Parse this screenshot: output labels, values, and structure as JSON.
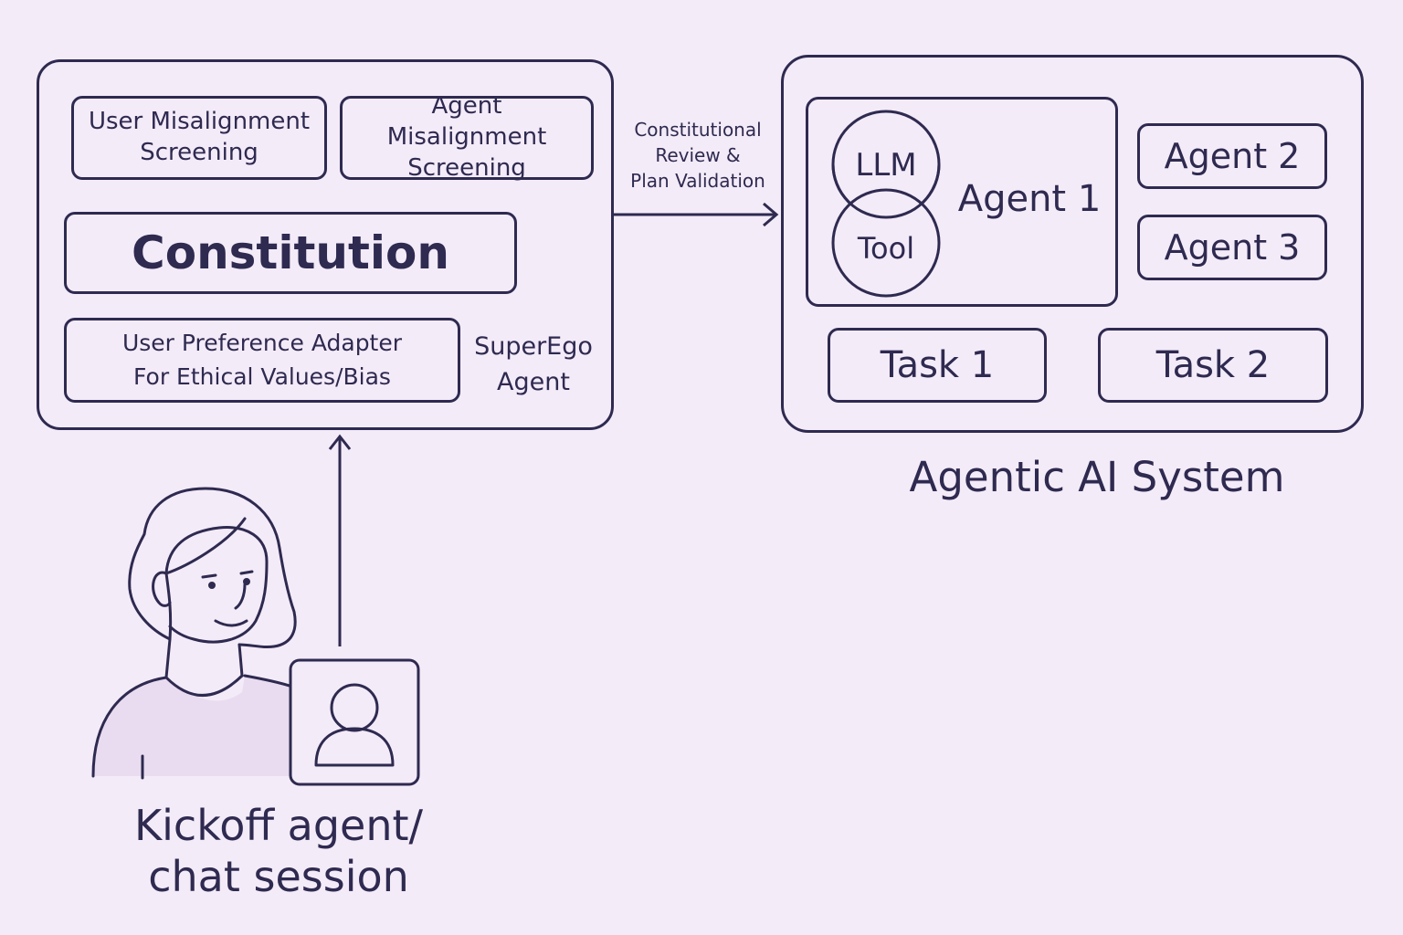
{
  "superego": {
    "user_screening": "User Misalignment Screening",
    "agent_screening": "Agent Misalignment Screening",
    "constitution": "Constitution",
    "preference_adapter_line1": "User Preference Adapter",
    "preference_adapter_line2": "For Ethical Values/Bias",
    "agent_label_line1": "SuperEgo",
    "agent_label_line2": "Agent"
  },
  "connector": {
    "line1": "Constitutional",
    "line2": "Review &",
    "line3": "Plan Validation"
  },
  "agentic_system": {
    "llm": "LLM",
    "tool": "Tool",
    "agent1": "Agent 1",
    "agent2": "Agent 2",
    "agent3": "Agent 3",
    "task1": "Task 1",
    "task2": "Task 2",
    "caption": "Agentic AI System"
  },
  "kickoff": {
    "line1": "Kickoff agent/",
    "line2": "chat session"
  },
  "colors": {
    "background": "#f4ebf8",
    "stroke": "#2e2a50",
    "shirt_fill": "#e9dcf0"
  },
  "icons": {
    "person_illustration": "woman-illustration-icon",
    "user_avatar": "user-icon"
  }
}
